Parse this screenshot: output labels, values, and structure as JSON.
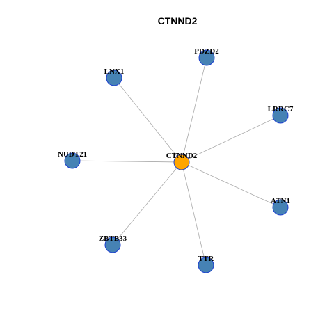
{
  "title": "CTNND2",
  "colors": {
    "center_node": "#ffa500",
    "neighbor_node": "#4682b4",
    "node_border": "#1c3fcf",
    "edge": "#a9a9a9"
  },
  "graph": {
    "center": {
      "id": "CTNND2",
      "label": "CTNND2"
    },
    "neighbors": [
      {
        "id": "PDZD2",
        "label": "PDZD2"
      },
      {
        "id": "LNX1",
        "label": "LNX1"
      },
      {
        "id": "LRRC7",
        "label": "LRRC7"
      },
      {
        "id": "NUDT21",
        "label": "NUDT21"
      },
      {
        "id": "ATN1",
        "label": "ATN1"
      },
      {
        "id": "ZBTB33",
        "label": "ZBTB33"
      },
      {
        "id": "TTR",
        "label": "TTR"
      }
    ],
    "edges": [
      [
        "CTNND2",
        "PDZD2"
      ],
      [
        "CTNND2",
        "LNX1"
      ],
      [
        "CTNND2",
        "LRRC7"
      ],
      [
        "CTNND2",
        "NUDT21"
      ],
      [
        "CTNND2",
        "ATN1"
      ],
      [
        "CTNND2",
        "ZBTB33"
      ],
      [
        "CTNND2",
        "TTR"
      ]
    ]
  }
}
